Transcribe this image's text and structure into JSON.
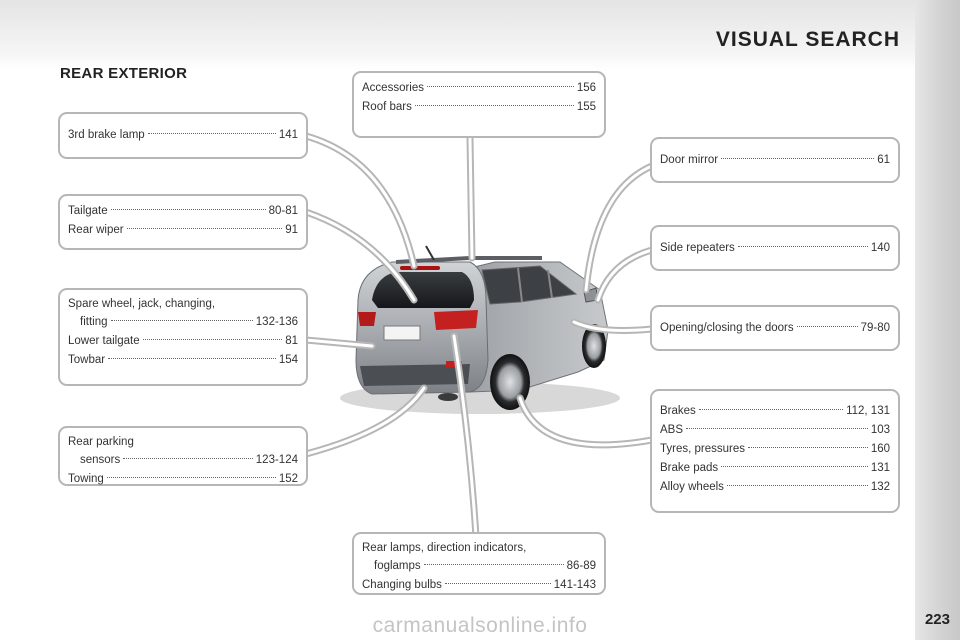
{
  "header": {
    "title": "VISUAL SEARCH"
  },
  "section_title": "REAR EXTERIOR",
  "page_number": "223",
  "watermark": "carmanualsonline.info",
  "callouts": {
    "accessories": [
      {
        "label": "Accessories",
        "page": "156"
      },
      {
        "label": "Roof bars",
        "page": "155"
      }
    ],
    "brake_lamp": [
      {
        "label": "3rd brake lamp",
        "page": "141"
      }
    ],
    "tailgate": [
      {
        "label": "Tailgate",
        "page": "80-81"
      },
      {
        "label": "Rear wiper",
        "page": "91"
      }
    ],
    "spare_wheel": {
      "first_line": "Spare wheel, jack, changing,",
      "entries": [
        {
          "label": "fitting",
          "page": "132-136"
        },
        {
          "label": "Lower tailgate",
          "page": "81"
        },
        {
          "label": "Towbar",
          "page": "154"
        }
      ]
    },
    "rear_parking": {
      "first_line": "Rear parking",
      "entries": [
        {
          "label": "sensors",
          "page": "123-124"
        },
        {
          "label": "Towing",
          "page": "152"
        }
      ]
    },
    "door_mirror": [
      {
        "label": "Door mirror",
        "page": "61"
      }
    ],
    "side_repeaters": [
      {
        "label": "Side repeaters",
        "page": "140"
      }
    ],
    "opening_doors": [
      {
        "label": "Opening/closing the doors",
        "page": "79-80"
      }
    ],
    "brakes": [
      {
        "label": "Brakes",
        "page": "112, 131"
      },
      {
        "label": "ABS",
        "page": "103"
      },
      {
        "label": "Tyres, pressures",
        "page": "160"
      },
      {
        "label": "Brake pads",
        "page": "131"
      },
      {
        "label": "Alloy wheels",
        "page": "132"
      }
    ],
    "rear_lamps": {
      "first_line": "Rear lamps, direction indicators,",
      "entries": [
        {
          "label": "foglamps",
          "page": "86-89"
        },
        {
          "label": "Changing bulbs",
          "page": "141-143"
        }
      ]
    }
  }
}
